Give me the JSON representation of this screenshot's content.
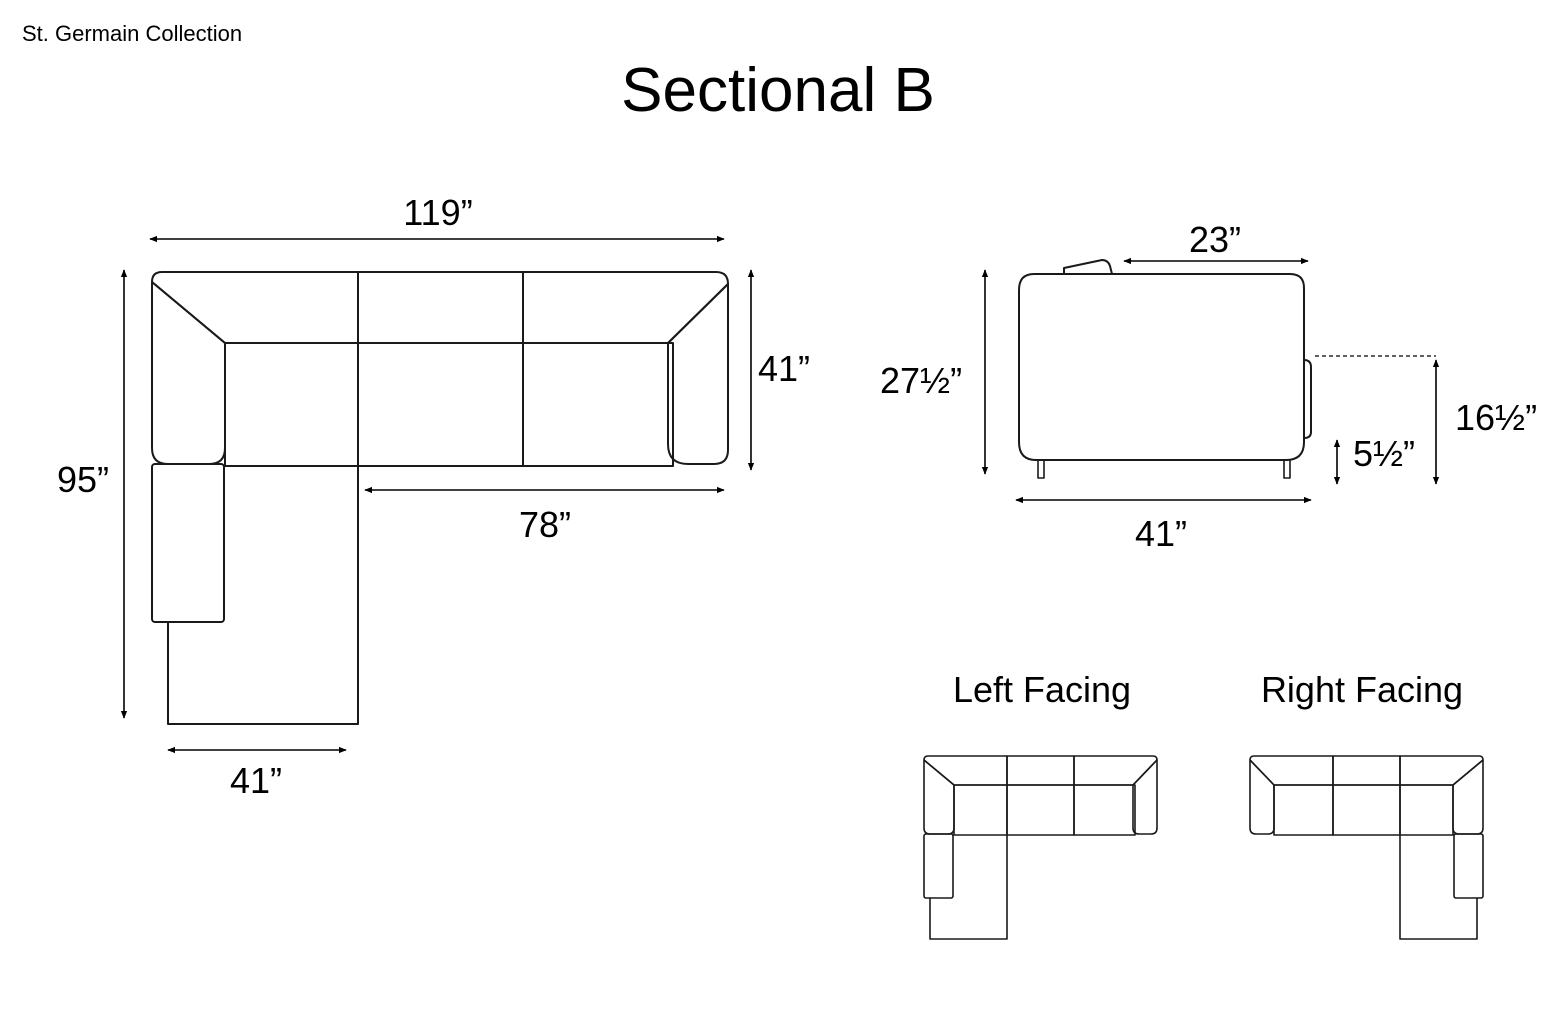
{
  "header": {
    "collection": "St. Germain Collection",
    "title": "Sectional B"
  },
  "top_view": {
    "overall_width": "119”",
    "depth": "41”",
    "overall_length": "95”",
    "sofa_seat_width": "78”",
    "chaise_width": "41”"
  },
  "side_view": {
    "seat_depth": "23”",
    "height": "27½”",
    "arm_height": "16½”",
    "leg_height": "5½”",
    "depth": "41”"
  },
  "orientations": {
    "left_label": "Left Facing",
    "right_label": "Right Facing"
  },
  "colors": {
    "line": "#1a1a1a",
    "text": "#000000",
    "background": "#ffffff"
  }
}
